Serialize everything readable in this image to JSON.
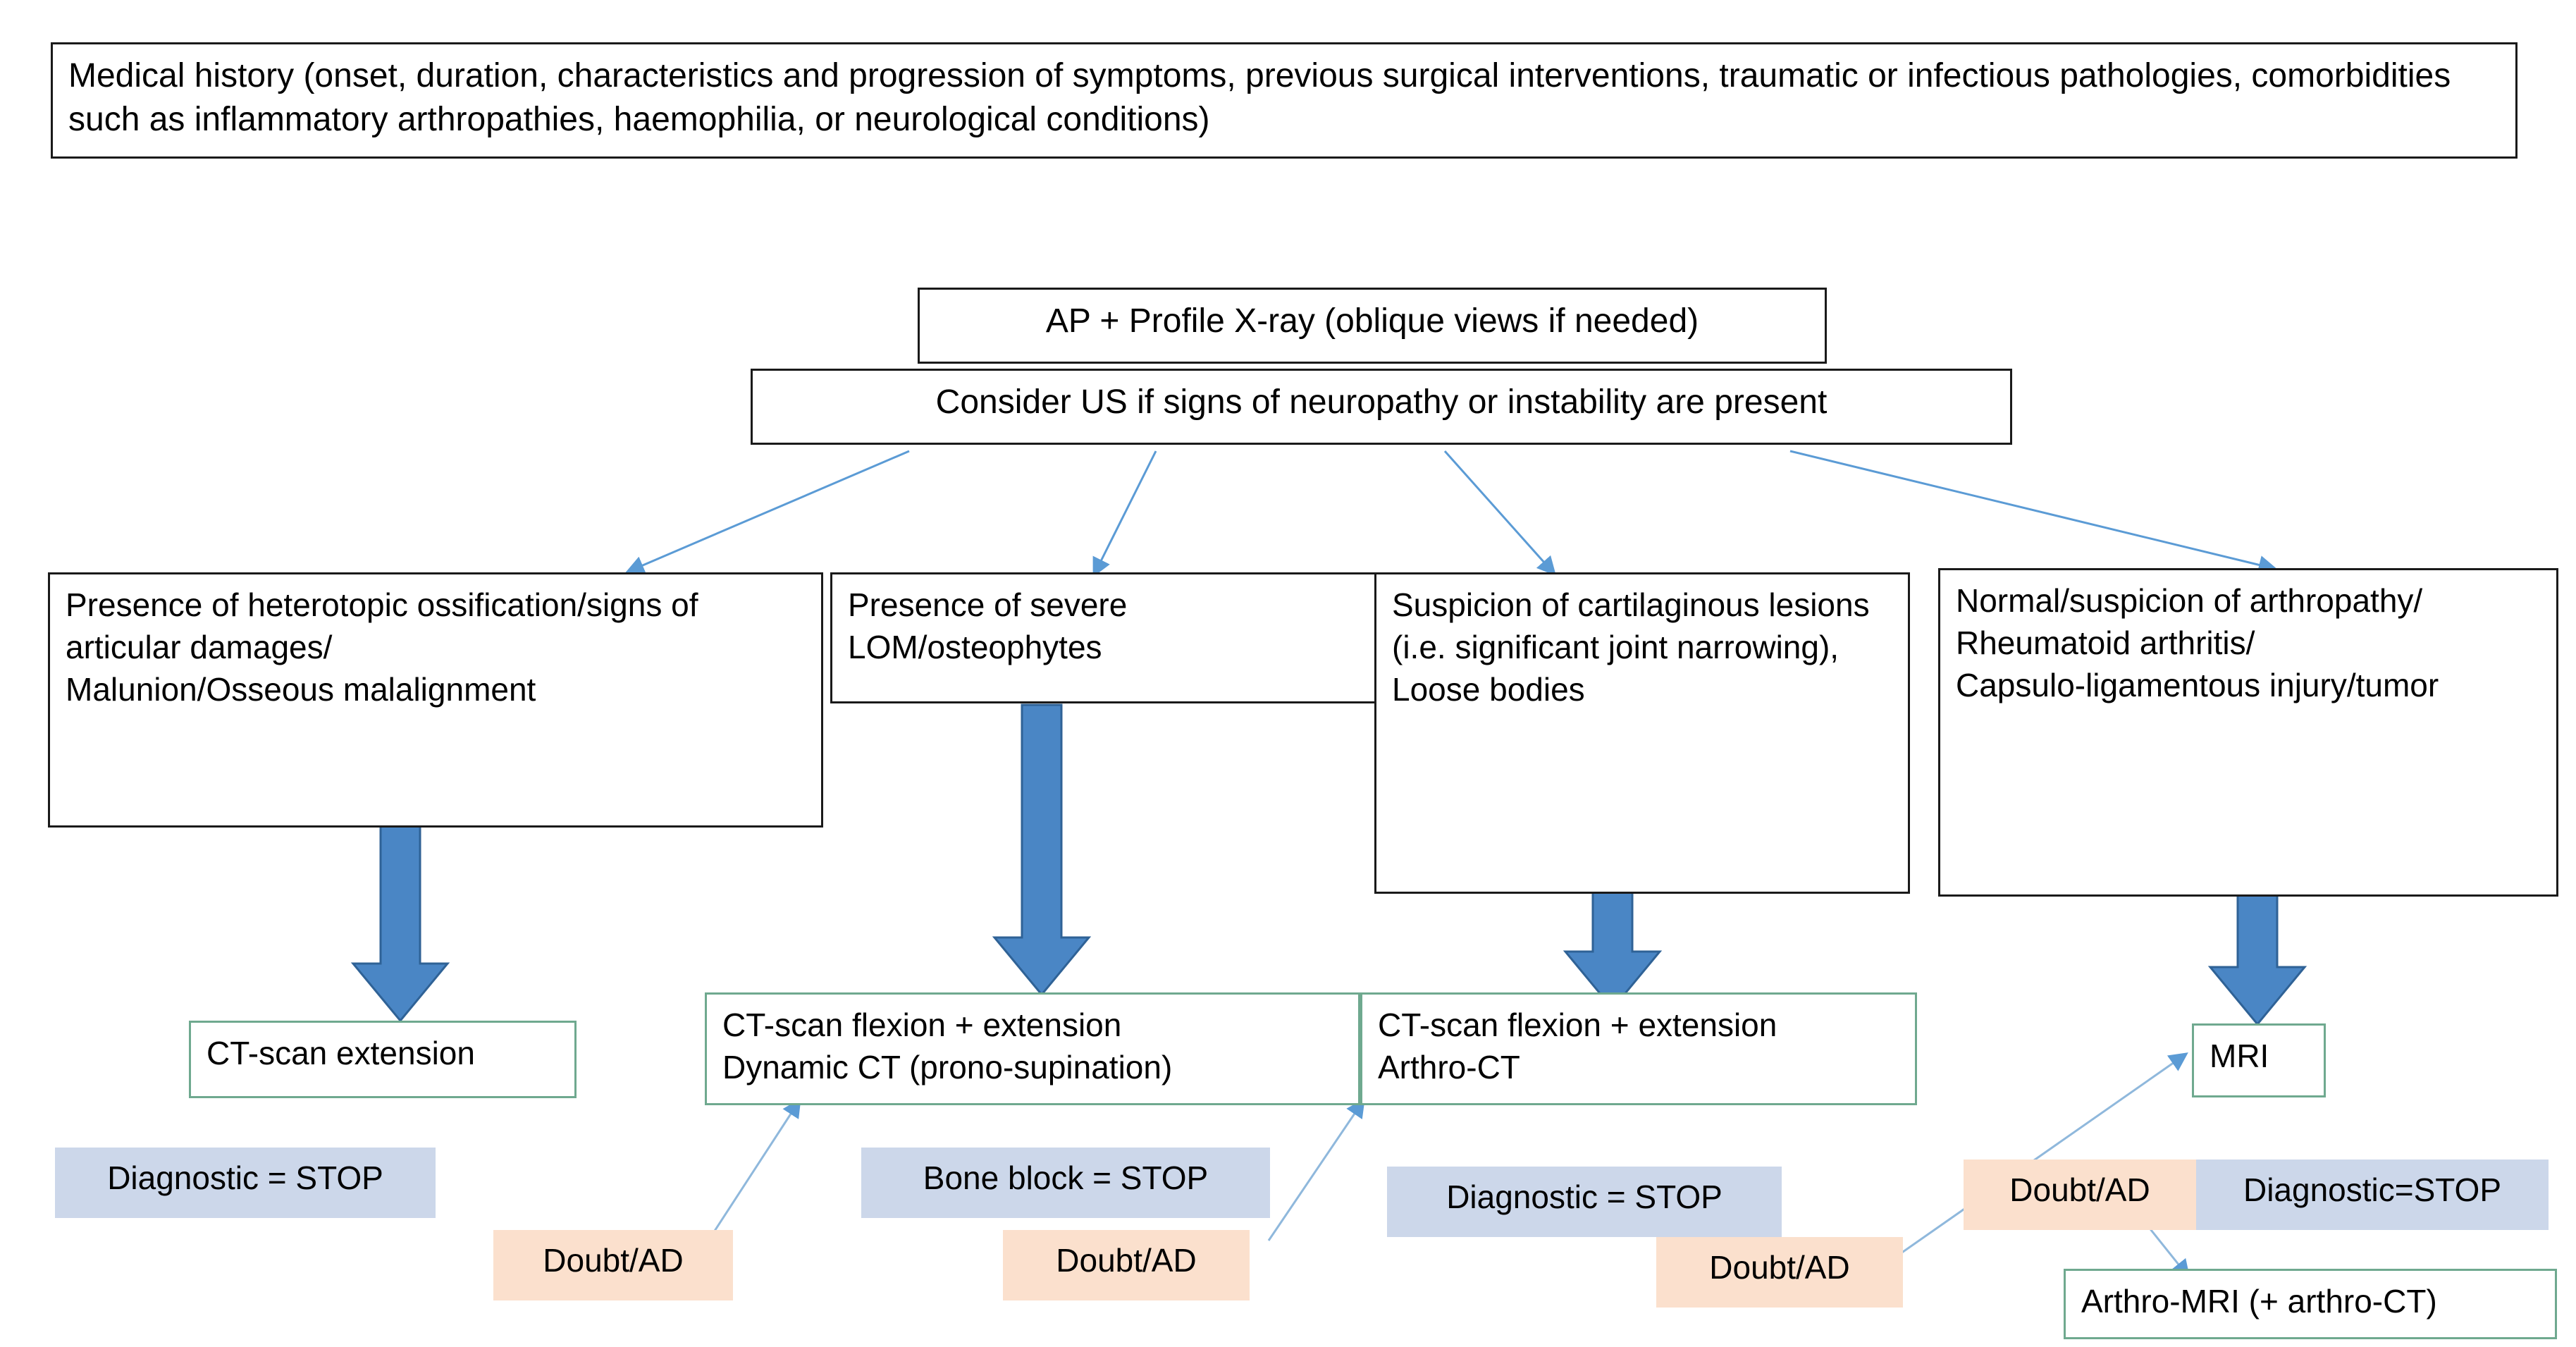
{
  "diagram": {
    "title": "Elbow imaging diagnostic algorithm flowchart",
    "colors": {
      "box_border_black": "#1a1a1a",
      "box_border_green": "#6fa98f",
      "stop_fill": "#ccd7ea",
      "doubt_fill": "#fbe0cd",
      "block_arrow": "#4a86c5",
      "thin_arrow": "#5b9bd5"
    }
  },
  "nodes": {
    "history": {
      "text": "Medical history (onset, duration, characteristics and progression of symptoms, previous surgical interventions, traumatic or infectious pathologies, comorbidities such as inflammatory arthropathies, haemophilia, or neurological conditions)"
    },
    "xray": {
      "text": "AP + Profile X-ray (oblique views if needed)"
    },
    "us": {
      "text": "Consider US if signs of neuropathy or instability are present"
    },
    "branch1": {
      "text": "Presence of heterotopic ossification/signs of articular damages/\nMalunion/Osseous malalignment"
    },
    "branch2": {
      "text": "Presence of severe LOM/osteophytes"
    },
    "branch3": {
      "text": "Suspicion of cartilaginous lesions (i.e. significant joint narrowing),\nLoose bodies"
    },
    "branch4": {
      "text": "Normal/suspicion of arthropathy/\nRheumatoid arthritis/\nCapsulo-ligamentous injury/tumor"
    },
    "ct1": {
      "text": "CT-scan extension"
    },
    "ct2": {
      "text": "CT-scan flexion + extension\nDynamic CT (prono-supination)"
    },
    "ct3": {
      "text": "CT-scan flexion + extension\nArthro-CT"
    },
    "mri": {
      "text": "MRI"
    },
    "arthro_mri": {
      "text": "Arthro-MRI (+ arthro-CT)"
    }
  },
  "labels": {
    "stop1": "Diagnostic = STOP",
    "doubt1": "Doubt/AD",
    "stop2": "Bone block = STOP",
    "doubt2": "Doubt/AD",
    "stop3": "Diagnostic = STOP",
    "doubt3": "Doubt/AD",
    "doubt4": "Doubt/AD",
    "stop4": "Diagnostic=STOP"
  }
}
